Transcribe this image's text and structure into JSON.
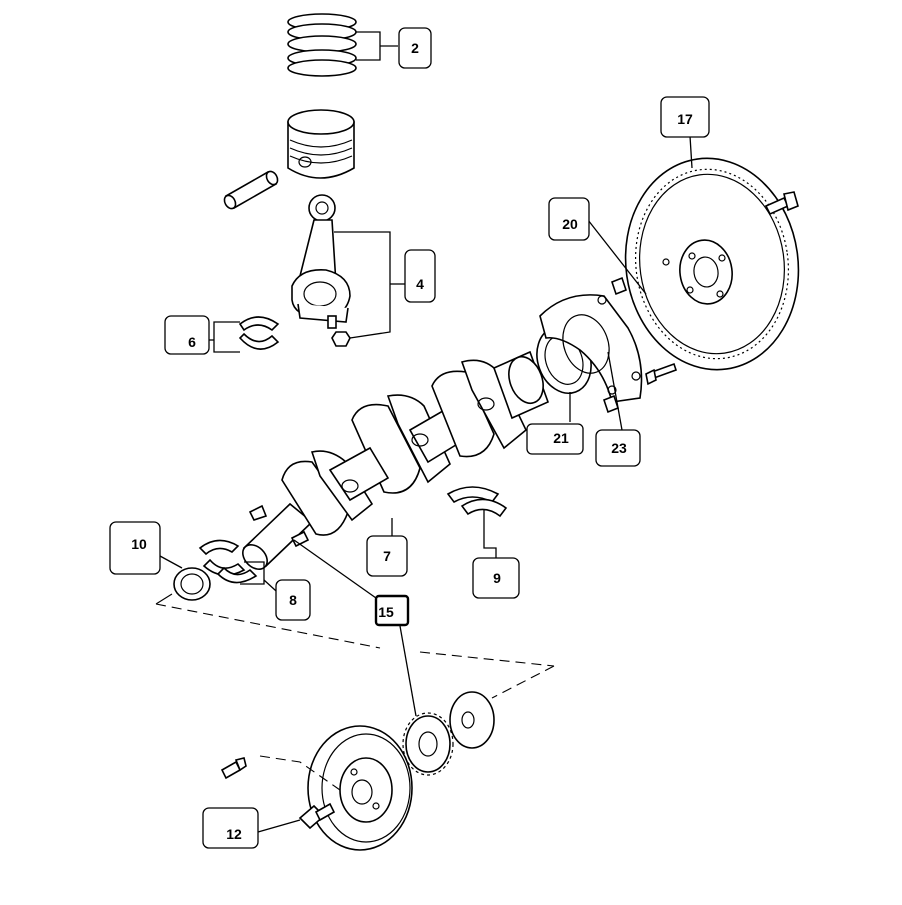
{
  "callouts": [
    {
      "id": "c2",
      "text": "2"
    },
    {
      "id": "c4",
      "text": "4"
    },
    {
      "id": "c6",
      "text": "6"
    },
    {
      "id": "c7",
      "text": "7"
    },
    {
      "id": "c8",
      "text": "8"
    },
    {
      "id": "c9",
      "text": "9"
    },
    {
      "id": "c10",
      "text": "10"
    },
    {
      "id": "c12",
      "text": "12"
    },
    {
      "id": "c15",
      "text": "15"
    },
    {
      "id": "c17",
      "text": "17"
    },
    {
      "id": "c20",
      "text": "20"
    },
    {
      "id": "c21",
      "text": "21"
    },
    {
      "id": "c23",
      "text": "23"
    }
  ]
}
